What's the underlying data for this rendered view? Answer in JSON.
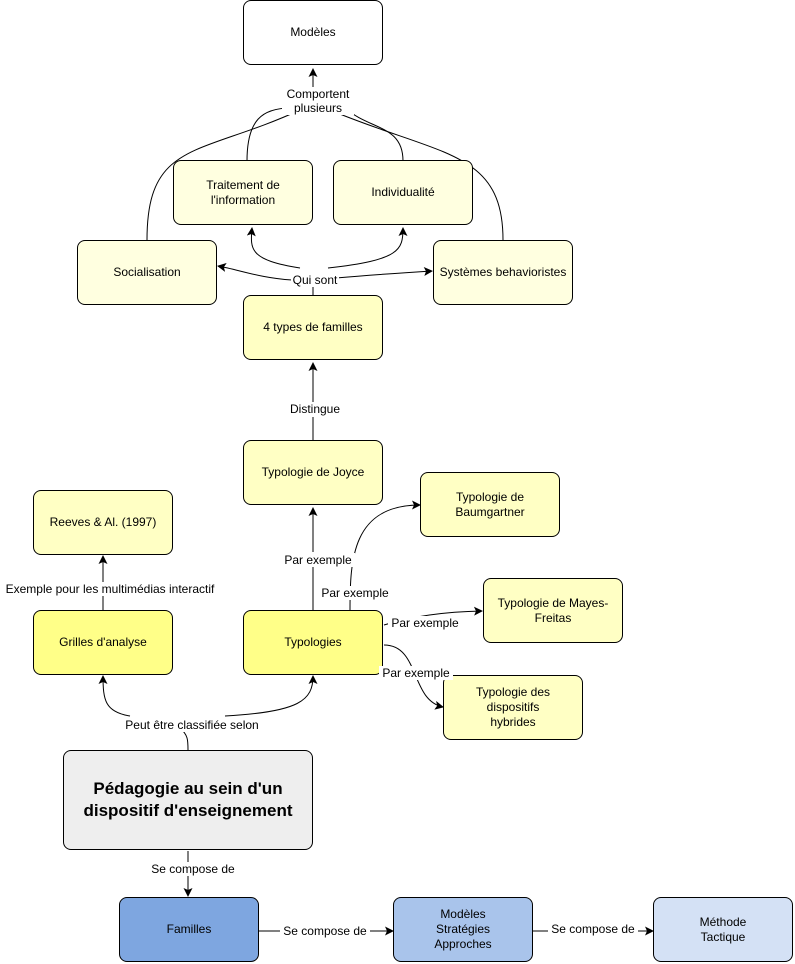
{
  "nodes": {
    "modeles": "Modèles",
    "traitement": "Traitement de\nl'information",
    "individualite": "Individualité",
    "socialisation": "Socialisation",
    "systemes": "Systèmes behavioristes",
    "quatre_types": "4 types de familles",
    "joyce": "Typologie de Joyce",
    "baumgartner": "Typologie de\nBaumgartner",
    "reeves": "Reeves & Al. (1997)",
    "grilles": "Grilles d'analyse",
    "typologies": "Typologies",
    "mayes": "Typologie de Mayes-\nFreitas",
    "hybrides": "Typologie des dispositifs\nhybrides",
    "pedagogie": "Pédagogie au sein d'un\ndispositif d'enseignement",
    "familles": "Familles",
    "msa": "Modèles\nStratégies\nApproches",
    "methode": "Méthode\nTactique"
  },
  "edge_labels": {
    "comportent": "Comportent\nplusieurs",
    "qui_sont": "Qui sont",
    "distingue": "Distingue",
    "par_exemple_joyce": "Par exemple",
    "par_exemple_baum": "Par exemple",
    "par_exemple_mayes": "Par exemple",
    "par_exemple_hybr": "Par exemple",
    "exemple_multimedia": "Exemple pour les multimédias interactif",
    "classifiee": "Peut être classifiée selon",
    "se_compose_1": "Se compose de",
    "se_compose_2": "Se compose de",
    "se_compose_3": "Se compose de"
  }
}
